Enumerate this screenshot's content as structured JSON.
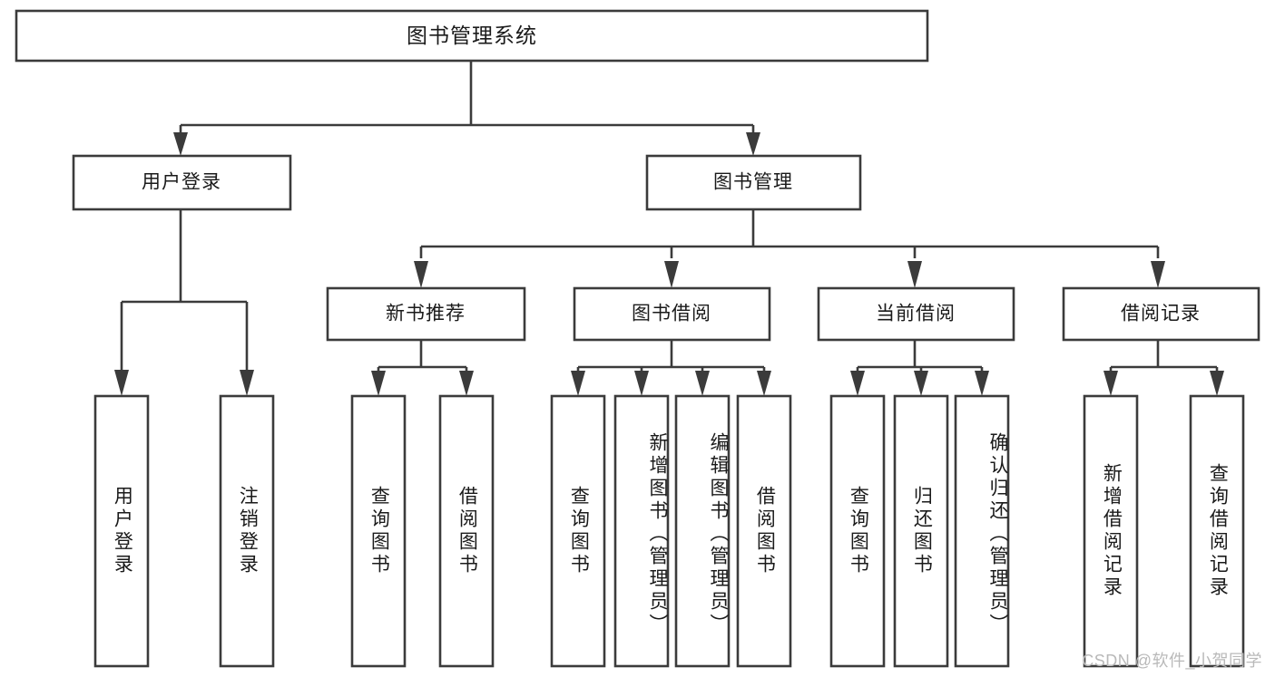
{
  "diagram": {
    "kind": "tree-hierarchy",
    "title": "图书管理系统",
    "watermark": "CSDN @软件_小贺同学",
    "root": {
      "label": "图书管理系统"
    },
    "level1": [
      {
        "label": "用户登录"
      },
      {
        "label": "图书管理"
      }
    ],
    "level2": [
      {
        "label": "新书推荐"
      },
      {
        "label": "图书借阅"
      },
      {
        "label": "当前借阅"
      },
      {
        "label": "借阅记录"
      }
    ],
    "leaves": {
      "user_login": [
        {
          "label": "用户登录"
        },
        {
          "label": "注销登录"
        }
      ],
      "new_book_recommend": [
        {
          "label": "查询图书"
        },
        {
          "label": "借阅图书"
        }
      ],
      "book_borrow": [
        {
          "label": "查询图书"
        },
        {
          "label": "新增图书（管理员）"
        },
        {
          "label": "编辑图书（管理员）"
        },
        {
          "label": "借阅图书"
        }
      ],
      "current_borrow": [
        {
          "label": "查询图书"
        },
        {
          "label": "归还图书"
        },
        {
          "label": "确认归还（管理员）"
        }
      ],
      "borrow_record": [
        {
          "label": "新增借阅记录"
        },
        {
          "label": "查询借阅记录"
        }
      ]
    },
    "colors": {
      "box_stroke": "#3b3b3b",
      "box_fill": "#ffffff",
      "text": "#1a1a1a",
      "background": "#ffffff",
      "watermark": "#b9b9b9"
    }
  }
}
